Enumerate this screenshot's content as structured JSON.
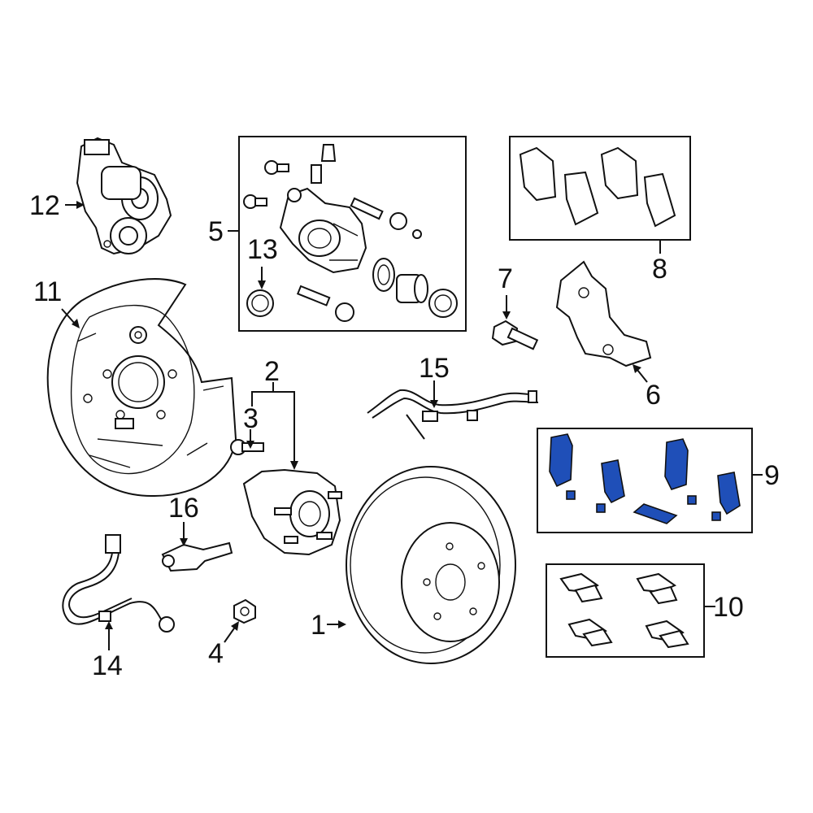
{
  "diagram": {
    "highlight_color": "#1f4fb8",
    "line_color": "#111111",
    "background": "#ffffff",
    "callouts": [
      {
        "id": "c1",
        "text": "1"
      },
      {
        "id": "c2",
        "text": "2"
      },
      {
        "id": "c3",
        "text": "3"
      },
      {
        "id": "c4",
        "text": "4"
      },
      {
        "id": "c5",
        "text": "5"
      },
      {
        "id": "c6",
        "text": "6"
      },
      {
        "id": "c7",
        "text": "7"
      },
      {
        "id": "c8",
        "text": "8"
      },
      {
        "id": "c9",
        "text": "9"
      },
      {
        "id": "c10",
        "text": "10"
      },
      {
        "id": "c11",
        "text": "11"
      },
      {
        "id": "c12",
        "text": "12"
      },
      {
        "id": "c13",
        "text": "13"
      },
      {
        "id": "c14",
        "text": "14"
      },
      {
        "id": "c15",
        "text": "15"
      },
      {
        "id": "c16",
        "text": "16"
      }
    ]
  }
}
